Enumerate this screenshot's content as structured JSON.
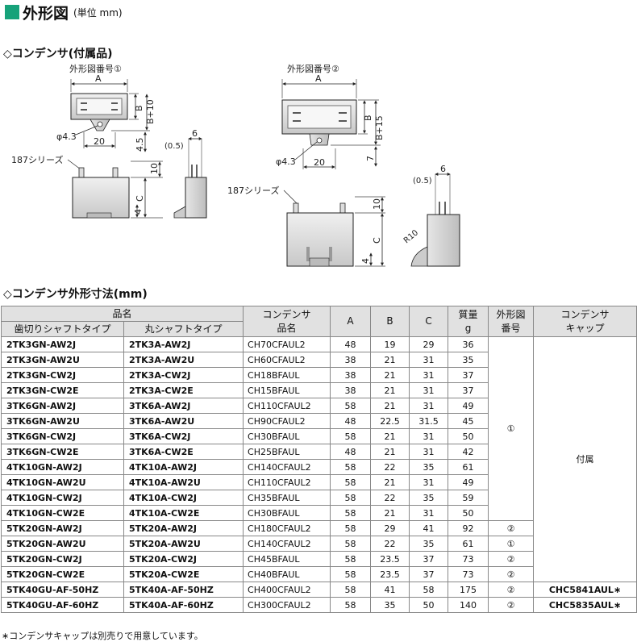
{
  "page": {
    "title": "外形図",
    "unit_note": "(単位 mm)",
    "section1": "◇コンデンサ(付属品)",
    "section2": "◇コンデンサ外形寸法(mm)",
    "footnote": "∗コンデンサキャップは別売りで用意しています。"
  },
  "figure": {
    "fig1_label": "外形図番号①",
    "fig2_label": "外形図番号②",
    "dim_A": "A",
    "dim_B": "B",
    "dim_C": "C",
    "dim_B10": "B+10",
    "dim_B15": "B+15",
    "dim_phi": "φ4.3",
    "dim_20": "20",
    "dim_45": "4.5",
    "dim_6": "6",
    "dim_05": "(0.5)",
    "dim_10": "10",
    "dim_4": "4",
    "dim_7": "7",
    "series_label": "187シリーズ",
    "r10": "R10"
  },
  "table": {
    "headers": {
      "name_group": "品名",
      "toothed": "歯切りシャフトタイプ",
      "round": "丸シャフトタイプ",
      "capacitor_line1": "コンデンサ",
      "capacitor_line2": "品名",
      "A": "A",
      "B": "B",
      "C": "C",
      "mass_line1": "質量",
      "mass_line2": "g",
      "figno_line1": "外形図",
      "figno_line2": "番号",
      "cap_line1": "コンデンサ",
      "cap_line2": "キャップ"
    },
    "rows": [
      {
        "toothed": "2TK3GN-AW2J",
        "round": "2TK3A-AW2J",
        "capacitor": "CH70CFAUL2",
        "A": "48",
        "B": "19",
        "C": "29",
        "mass": "36"
      },
      {
        "toothed": "2TK3GN-AW2U",
        "round": "2TK3A-AW2U",
        "capacitor": "CH60CFAUL2",
        "A": "38",
        "B": "21",
        "C": "31",
        "mass": "35"
      },
      {
        "toothed": "2TK3GN-CW2J",
        "round": "2TK3A-CW2J",
        "capacitor": "CH18BFAUL",
        "A": "38",
        "B": "21",
        "C": "31",
        "mass": "37"
      },
      {
        "toothed": "2TK3GN-CW2E",
        "round": "2TK3A-CW2E",
        "capacitor": "CH15BFAUL",
        "A": "38",
        "B": "21",
        "C": "31",
        "mass": "37"
      },
      {
        "toothed": "3TK6GN-AW2J",
        "round": "3TK6A-AW2J",
        "capacitor": "CH110CFAUL2",
        "A": "58",
        "B": "21",
        "C": "31",
        "mass": "49"
      },
      {
        "toothed": "3TK6GN-AW2U",
        "round": "3TK6A-AW2U",
        "capacitor": "CH90CFAUL2",
        "A": "48",
        "B": "22.5",
        "C": "31.5",
        "mass": "45"
      },
      {
        "toothed": "3TK6GN-CW2J",
        "round": "3TK6A-CW2J",
        "capacitor": "CH30BFAUL",
        "A": "58",
        "B": "21",
        "C": "31",
        "mass": "50"
      },
      {
        "toothed": "3TK6GN-CW2E",
        "round": "3TK6A-CW2E",
        "capacitor": "CH25BFAUL",
        "A": "48",
        "B": "21",
        "C": "31",
        "mass": "42"
      },
      {
        "toothed": "4TK10GN-AW2J",
        "round": "4TK10A-AW2J",
        "capacitor": "CH140CFAUL2",
        "A": "58",
        "B": "22",
        "C": "35",
        "mass": "61"
      },
      {
        "toothed": "4TK10GN-AW2U",
        "round": "4TK10A-AW2U",
        "capacitor": "CH110CFAUL2",
        "A": "58",
        "B": "21",
        "C": "31",
        "mass": "49"
      },
      {
        "toothed": "4TK10GN-CW2J",
        "round": "4TK10A-CW2J",
        "capacitor": "CH35BFAUL",
        "A": "58",
        "B": "22",
        "C": "35",
        "mass": "59"
      },
      {
        "toothed": "4TK10GN-CW2E",
        "round": "4TK10A-CW2E",
        "capacitor": "CH30BFAUL",
        "A": "58",
        "B": "21",
        "C": "31",
        "mass": "50"
      },
      {
        "toothed": "5TK20GN-AW2J",
        "round": "5TK20A-AW2J",
        "capacitor": "CH180CFAUL2",
        "A": "58",
        "B": "29",
        "C": "41",
        "mass": "92",
        "figno": "②"
      },
      {
        "toothed": "5TK20GN-AW2U",
        "round": "5TK20A-AW2U",
        "capacitor": "CH140CFAUL2",
        "A": "58",
        "B": "22",
        "C": "35",
        "mass": "61",
        "figno": "①"
      },
      {
        "toothed": "5TK20GN-CW2J",
        "round": "5TK20A-CW2J",
        "capacitor": "CH45BFAUL",
        "A": "58",
        "B": "23.5",
        "C": "37",
        "mass": "73",
        "figno": "②"
      },
      {
        "toothed": "5TK20GN-CW2E",
        "round": "5TK20A-CW2E",
        "capacitor": "CH40BFAUL",
        "A": "58",
        "B": "23.5",
        "C": "37",
        "mass": "73",
        "figno": "②"
      },
      {
        "toothed": "5TK40GU-AF-50HZ",
        "round": "5TK40A-AF-50HZ",
        "capacitor": "CH400CFAUL2",
        "A": "58",
        "B": "41",
        "C": "58",
        "mass": "175",
        "figno": "②",
        "cap": "CHC5841AUL∗"
      },
      {
        "toothed": "5TK40GU-AF-60HZ",
        "round": "5TK40A-AF-60HZ",
        "capacitor": "CH300CFAUL2",
        "A": "58",
        "B": "35",
        "C": "50",
        "mass": "140",
        "figno": "②",
        "cap": "CHC5835AUL∗"
      }
    ],
    "group_figno": "①",
    "group_cap": "付属"
  }
}
